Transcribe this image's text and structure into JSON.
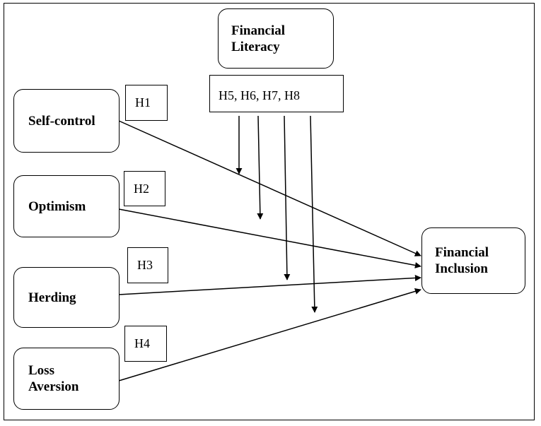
{
  "nodes": {
    "financial_literacy": {
      "line1": "Financial",
      "line2": "Literacy"
    },
    "self_control": {
      "label": "Self-control"
    },
    "optimism": {
      "label": "Optimism"
    },
    "herding": {
      "label": "Herding"
    },
    "loss_aversion": {
      "line1": "Loss",
      "line2": "Aversion"
    },
    "financial_inclusion": {
      "line1": "Financial",
      "line2": "Inclusion"
    }
  },
  "hypotheses": {
    "h1": "H1",
    "h2": "H2",
    "h3": "H3",
    "h4": "H4",
    "moderation": "H5, H6, H7, H8"
  }
}
